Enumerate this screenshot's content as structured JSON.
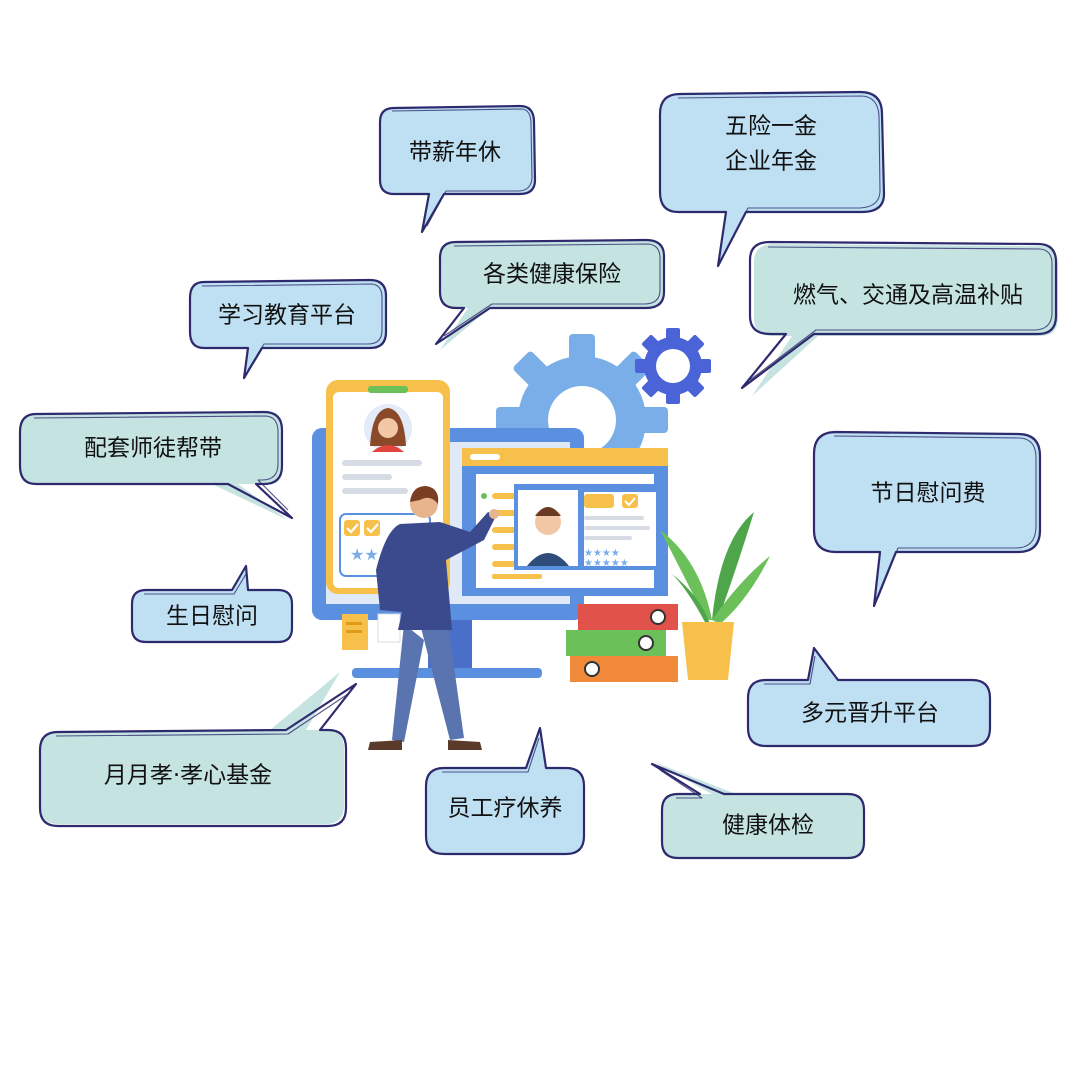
{
  "benefits": [
    {
      "id": "paid-annual-leave",
      "lines": [
        "带薪年休"
      ],
      "fill": "#bfe0f2"
    },
    {
      "id": "insurance-housing-fund",
      "lines": [
        "五险一金",
        "企业年金"
      ],
      "fill": "#bfe0f2"
    },
    {
      "id": "health-insurance",
      "lines": [
        "各类健康保险"
      ],
      "fill": "#c4e3e1"
    },
    {
      "id": "learning-platform",
      "lines": [
        "学习教育平台"
      ],
      "fill": "#bfe0f2"
    },
    {
      "id": "subsidies",
      "lines": [
        "燃气、交通及高温补贴"
      ],
      "fill": "#c4e3e1"
    },
    {
      "id": "mentorship",
      "lines": [
        "配套师徒帮带"
      ],
      "fill": "#c4e3e1"
    },
    {
      "id": "holiday-allowance",
      "lines": [
        "节日慰问费"
      ],
      "fill": "#bfe0f2"
    },
    {
      "id": "birthday-greeting",
      "lines": [
        "生日慰问"
      ],
      "fill": "#bfe0f2"
    },
    {
      "id": "promotion-platform",
      "lines": [
        "多元晋升平台"
      ],
      "fill": "#bfe0f2"
    },
    {
      "id": "filial-fund",
      "lines": [
        "月月孝·孝心基金"
      ],
      "fill": "#c4e3e1"
    },
    {
      "id": "recuperation",
      "lines": [
        "员工疗休养"
      ],
      "fill": "#bfe0f2"
    },
    {
      "id": "health-checkup",
      "lines": [
        "健康体检"
      ],
      "fill": "#c4e3e1"
    }
  ],
  "colors": {
    "outline": "#2e2a6e",
    "bubble_blue": "#bfe0f2",
    "bubble_teal": "#c4e3e1",
    "monitor": "#5b8fe0",
    "gear_light": "#7aaee8",
    "gear_dark": "#4a63d6",
    "accent_yellow": "#f7c04a",
    "suit": "#3b4a8c",
    "pants": "#5a74b0"
  },
  "icons": [
    "gear-icon",
    "check-icon",
    "star-icon",
    "plant-icon",
    "binder-icon",
    "person-icon",
    "profile-card-icon"
  ]
}
